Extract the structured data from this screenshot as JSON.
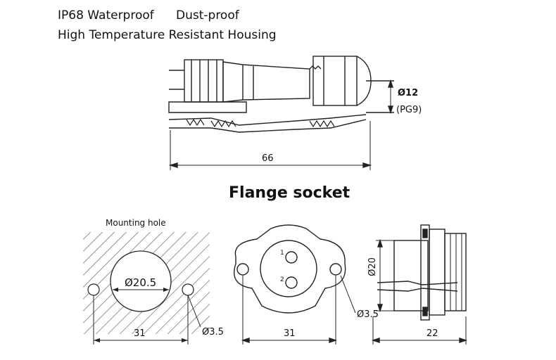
{
  "header": {
    "line1_a": "IP68 Waterproof",
    "line1_b": "Dust-proof",
    "line2": "High Temperature Resistant Housing"
  },
  "plug": {
    "diameter_label": "Ø12",
    "pg_label": "(PG9)",
    "length_label": "66"
  },
  "section": {
    "title": "Flange socket"
  },
  "mounting": {
    "title": "Mounting hole",
    "hole_label": "Ø20.5",
    "width_label": "31",
    "screw_label": "Ø3.5"
  },
  "flange_front": {
    "pin1": "1",
    "pin2": "2",
    "screw_label": "Ø3.5",
    "width_label": "31"
  },
  "flange_side": {
    "diameter_label": "Ø20",
    "length_label": "22"
  }
}
